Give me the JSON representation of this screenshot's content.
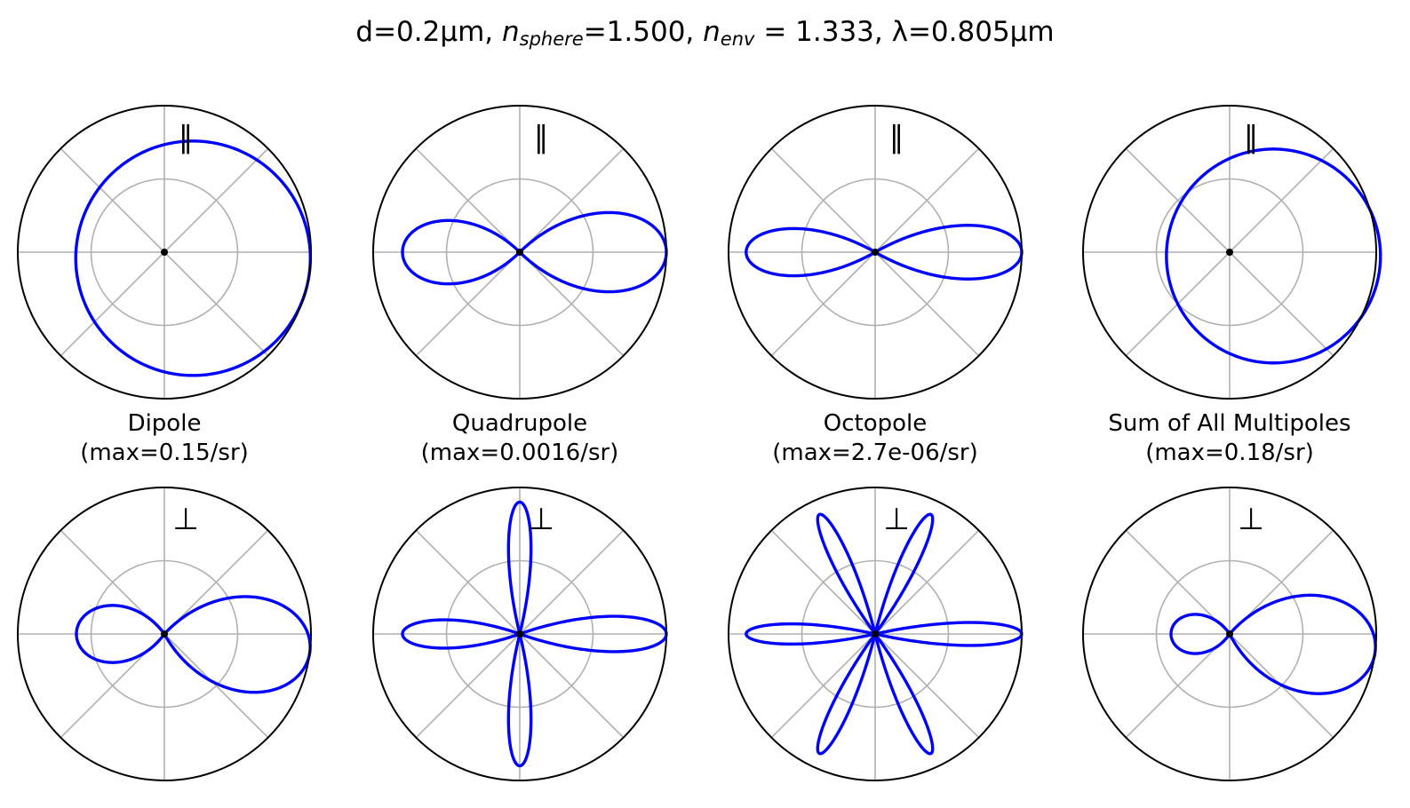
{
  "figure": {
    "title_parts": {
      "d": "d=0.2µm, ",
      "n_sphere_symbol": "n",
      "n_sphere_sub": "sphere",
      "n_sphere_value": "=1.500, ",
      "n_env_symbol": "n",
      "n_env_sub": "env",
      "n_env_value": " = 1.333, ",
      "wavelength": "λ=0.805µm"
    },
    "parallel_symbol": "∥",
    "perpendicular_symbol": "⊥"
  },
  "colors": {
    "curve": "#0000ff",
    "grid": "#b0b0b0",
    "frame": "#000000"
  },
  "columns": [
    {
      "name": "Dipole",
      "max": "(max=0.15/sr)"
    },
    {
      "name": "Quadrupole",
      "max": "(max=0.0016/sr)"
    },
    {
      "name": "Octopole",
      "max": "(max=2.7e-06/sr)"
    },
    {
      "name": "Sum of All Multipoles",
      "max": "(max=0.18/sr)"
    }
  ],
  "chart_data": [
    {
      "type": "polar",
      "row": "parallel",
      "column": "Dipole",
      "label": "∥",
      "r_norm_max": 1,
      "grid_circle": 0.5,
      "spokes_deg": [
        0,
        45,
        90,
        135,
        180,
        225,
        270,
        315
      ],
      "curve": {
        "model": "offset_circle",
        "rho_max": 0.8,
        "offset": 0.2,
        "rotation_deg": -12
      }
    },
    {
      "type": "polar",
      "row": "parallel",
      "column": "Quadrupole",
      "label": "∥",
      "r_norm_max": 1,
      "grid_circle": 0.5,
      "spokes_deg": [
        0,
        45,
        90,
        135,
        180,
        225,
        270,
        315
      ],
      "curve": {
        "model": "lobes",
        "lobes": [
          {
            "amp": 1.0,
            "dir_deg": 0,
            "width": 0.78
          },
          {
            "amp": 0.8,
            "dir_deg": 180,
            "width": 0.78
          }
        ]
      }
    },
    {
      "type": "polar",
      "row": "parallel",
      "column": "Octopole",
      "label": "∥",
      "r_norm_max": 1,
      "grid_circle": 0.5,
      "spokes_deg": [
        0,
        45,
        90,
        135,
        180,
        225,
        270,
        315
      ],
      "curve": {
        "model": "lobes",
        "lobes": [
          {
            "amp": 1.0,
            "dir_deg": 0,
            "width": 0.52
          },
          {
            "amp": 0.88,
            "dir_deg": 180,
            "width": 0.52
          }
        ]
      }
    },
    {
      "type": "polar",
      "row": "parallel",
      "column": "Sum of All Multipoles",
      "label": "∥",
      "r_norm_max": 1,
      "grid_circle": 0.5,
      "spokes_deg": [
        0,
        45,
        90,
        135,
        180,
        225,
        270,
        315
      ],
      "curve": {
        "model": "offset_circle",
        "rho_max": 0.73,
        "offset": 0.3,
        "rotation_deg": -5
      }
    },
    {
      "type": "polar",
      "row": "perpendicular",
      "column": "Dipole",
      "label": "⊥",
      "r_norm_max": 1,
      "grid_circle": 0.5,
      "spokes_deg": [
        0,
        45,
        90,
        135,
        180,
        225,
        270,
        315
      ],
      "curve": {
        "model": "lobes",
        "lobes": [
          {
            "amp": 1.0,
            "dir_deg": -7,
            "width": 0.95
          },
          {
            "amp": 0.6,
            "dir_deg": 180,
            "width": 0.95
          }
        ]
      }
    },
    {
      "type": "polar",
      "row": "perpendicular",
      "column": "Quadrupole",
      "label": "⊥",
      "r_norm_max": 1,
      "grid_circle": 0.5,
      "spokes_deg": [
        0,
        45,
        90,
        135,
        180,
        225,
        270,
        315
      ],
      "curve": {
        "model": "lobes",
        "lobes": [
          {
            "amp": 1.0,
            "dir_deg": 0,
            "width": 0.34
          },
          {
            "amp": 0.8,
            "dir_deg": 180,
            "width": 0.34
          },
          {
            "amp": 0.9,
            "dir_deg": 90,
            "width": 0.24
          },
          {
            "amp": 0.9,
            "dir_deg": 270,
            "width": 0.24
          }
        ]
      }
    },
    {
      "type": "polar",
      "row": "perpendicular",
      "column": "Octopole",
      "label": "⊥",
      "r_norm_max": 1,
      "grid_circle": 0.5,
      "spokes_deg": [
        0,
        45,
        90,
        135,
        180,
        225,
        270,
        315
      ],
      "curve": {
        "model": "lobes",
        "lobes": [
          {
            "amp": 1.0,
            "dir_deg": 0,
            "width": 0.22
          },
          {
            "amp": 0.88,
            "dir_deg": 180,
            "width": 0.22
          },
          {
            "amp": 0.9,
            "dir_deg": 65,
            "width": 0.19
          },
          {
            "amp": 0.9,
            "dir_deg": 115,
            "width": 0.19
          },
          {
            "amp": 0.9,
            "dir_deg": 245,
            "width": 0.19
          },
          {
            "amp": 0.9,
            "dir_deg": 295,
            "width": 0.19
          }
        ]
      }
    },
    {
      "type": "polar",
      "row": "perpendicular",
      "column": "Sum of All Multipoles",
      "label": "⊥",
      "r_norm_max": 1,
      "grid_circle": 0.5,
      "spokes_deg": [
        0,
        45,
        90,
        135,
        180,
        225,
        270,
        315
      ],
      "curve": {
        "model": "lobes",
        "lobes": [
          {
            "amp": 1.0,
            "dir_deg": -7,
            "width": 0.98
          },
          {
            "amp": 0.4,
            "dir_deg": 180,
            "width": 0.98
          }
        ]
      }
    }
  ]
}
